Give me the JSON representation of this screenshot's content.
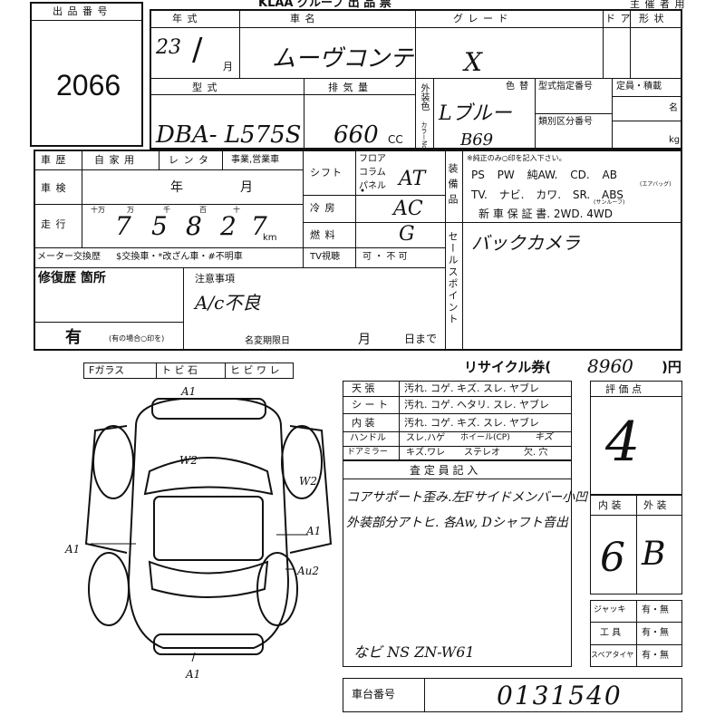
{
  "lot": {
    "label": "出 品 番 号",
    "number": "2066"
  },
  "header": {
    "org": "KLAA グループ 出 品 票",
    "owner_label": "主 催 者 用",
    "col_year": "年 式",
    "col_car": "車 名",
    "col_grade": "グ レ ー ド",
    "col_door": "ド ア",
    "col_type": "形 状",
    "year_value": "23",
    "month_label": "月",
    "car_value": "ムーヴコンテ",
    "grade_value": "X"
  },
  "spec": {
    "model_label": "型 式",
    "model_value": "DBA- L575S",
    "disp_label": "排 気 量",
    "disp_value": "660",
    "cc": "CC",
    "color_side": "外装色",
    "color_code_side": "カラーNo.",
    "color_label": "色 替",
    "color_value": "Lブルー",
    "color_code": "B69",
    "cert_label": "型式指定番号",
    "class_label": "類別区分番号",
    "capacity_label": "定員・積載",
    "mei": "名",
    "kg": "kg"
  },
  "history": {
    "label": "車 歴",
    "private": "自 家 用",
    "rental": "レ ン タ",
    "business": "事業,営業車",
    "inspection_label": "車 検",
    "year": "年",
    "month": "月",
    "mileage_label": "走 行",
    "digit_units": [
      "十万",
      "万",
      "千",
      "百",
      "十"
    ],
    "mileage_digits": [
      "7",
      "5",
      "8",
      "2",
      "7"
    ],
    "km": "km",
    "meter_label": "メーター交換歴",
    "meter_text": "$交換車・*改ざん車・#不明車"
  },
  "shift": {
    "label": "シフト",
    "floor": "フロア",
    "column": "コラム",
    "panel": "パネル",
    "value": "AT"
  },
  "cooling": {
    "label": "冷 房",
    "value": "AC"
  },
  "fuel": {
    "label": "燃 料",
    "value": "G"
  },
  "tv": {
    "label": "TV視聴",
    "options": "可 ・ 不 可"
  },
  "equipment": {
    "side_label": "装備品",
    "note": "※純正のみ○印を記入下さい。",
    "row1": "PS PW 純AW. CD. AB",
    "row1_small": "(エアバッグ)",
    "row2": "TV. ナビ. カワ. SR. ABS",
    "row2_small": "(サンルーフ)",
    "row3": "新 車 保 証 書.  2WD.  4WD"
  },
  "sales": {
    "side_label": "セールスポイント",
    "value": "バックカメラ"
  },
  "repair": {
    "label": "修復歴 箇所",
    "value": "有",
    "note": "(有の場合○印を)"
  },
  "notes": {
    "label": "注意事項",
    "value": "A/c不良",
    "rename_label": "名変期限日",
    "month": "月",
    "day": "日まで"
  },
  "glass": {
    "f": "Fガラス",
    "chip": "ト ビ 石",
    "crack": "ヒ ビ ワ レ"
  },
  "recycle": {
    "label": "リサイクル券(",
    "value": "8960",
    "unit": ")円"
  },
  "interior": [
    {
      "label": "天 張",
      "options": "汚れ. コゲ. キズ. スレ. ヤブレ"
    },
    {
      "label": "シ ー ト",
      "options": "汚れ. コゲ. ヘタリ. スレ. ヤブレ"
    },
    {
      "label": "内 装",
      "options": "汚れ. コゲ. キズ. スレ. ヤブレ"
    }
  ],
  "handle": {
    "label": "ハンドル",
    "opts": "スレ.ハゲ",
    "wheel": "ホイール(CP)",
    "wheel_mark": "キズ"
  },
  "mirror": {
    "label": "ドアミラー",
    "opts": "キズ.ワレ",
    "stereo": "ステレオ",
    "missing": "欠. 穴"
  },
  "inspector": {
    "label": "査 定 員 記 入",
    "line1": "コアサポート歪み.左Fサイドメンバー小凹",
    "line2": "外装部分アトヒ. 各Aw, Dシャフト音出",
    "line3": "なビ NS ZN-W61"
  },
  "score": {
    "label": "評 価 点",
    "value": "4",
    "interior_label": "内 装",
    "exterior_label": "外 装",
    "interior_value": "6",
    "exterior_value": "B"
  },
  "tools": [
    {
      "label": "ジャッキ",
      "value": "有・無"
    },
    {
      "label": "工 具",
      "value": "有・無"
    },
    {
      "label": "スペアタイヤ",
      "value": "有・無"
    }
  ],
  "chassis": {
    "label": "車台番号",
    "value": "0131540"
  },
  "damage_marks": {
    "front": "A1",
    "roof": "W2",
    "right_upper": "W2",
    "right": "A1",
    "left": "A1",
    "right_lower": "Au2",
    "rear": "A1"
  }
}
